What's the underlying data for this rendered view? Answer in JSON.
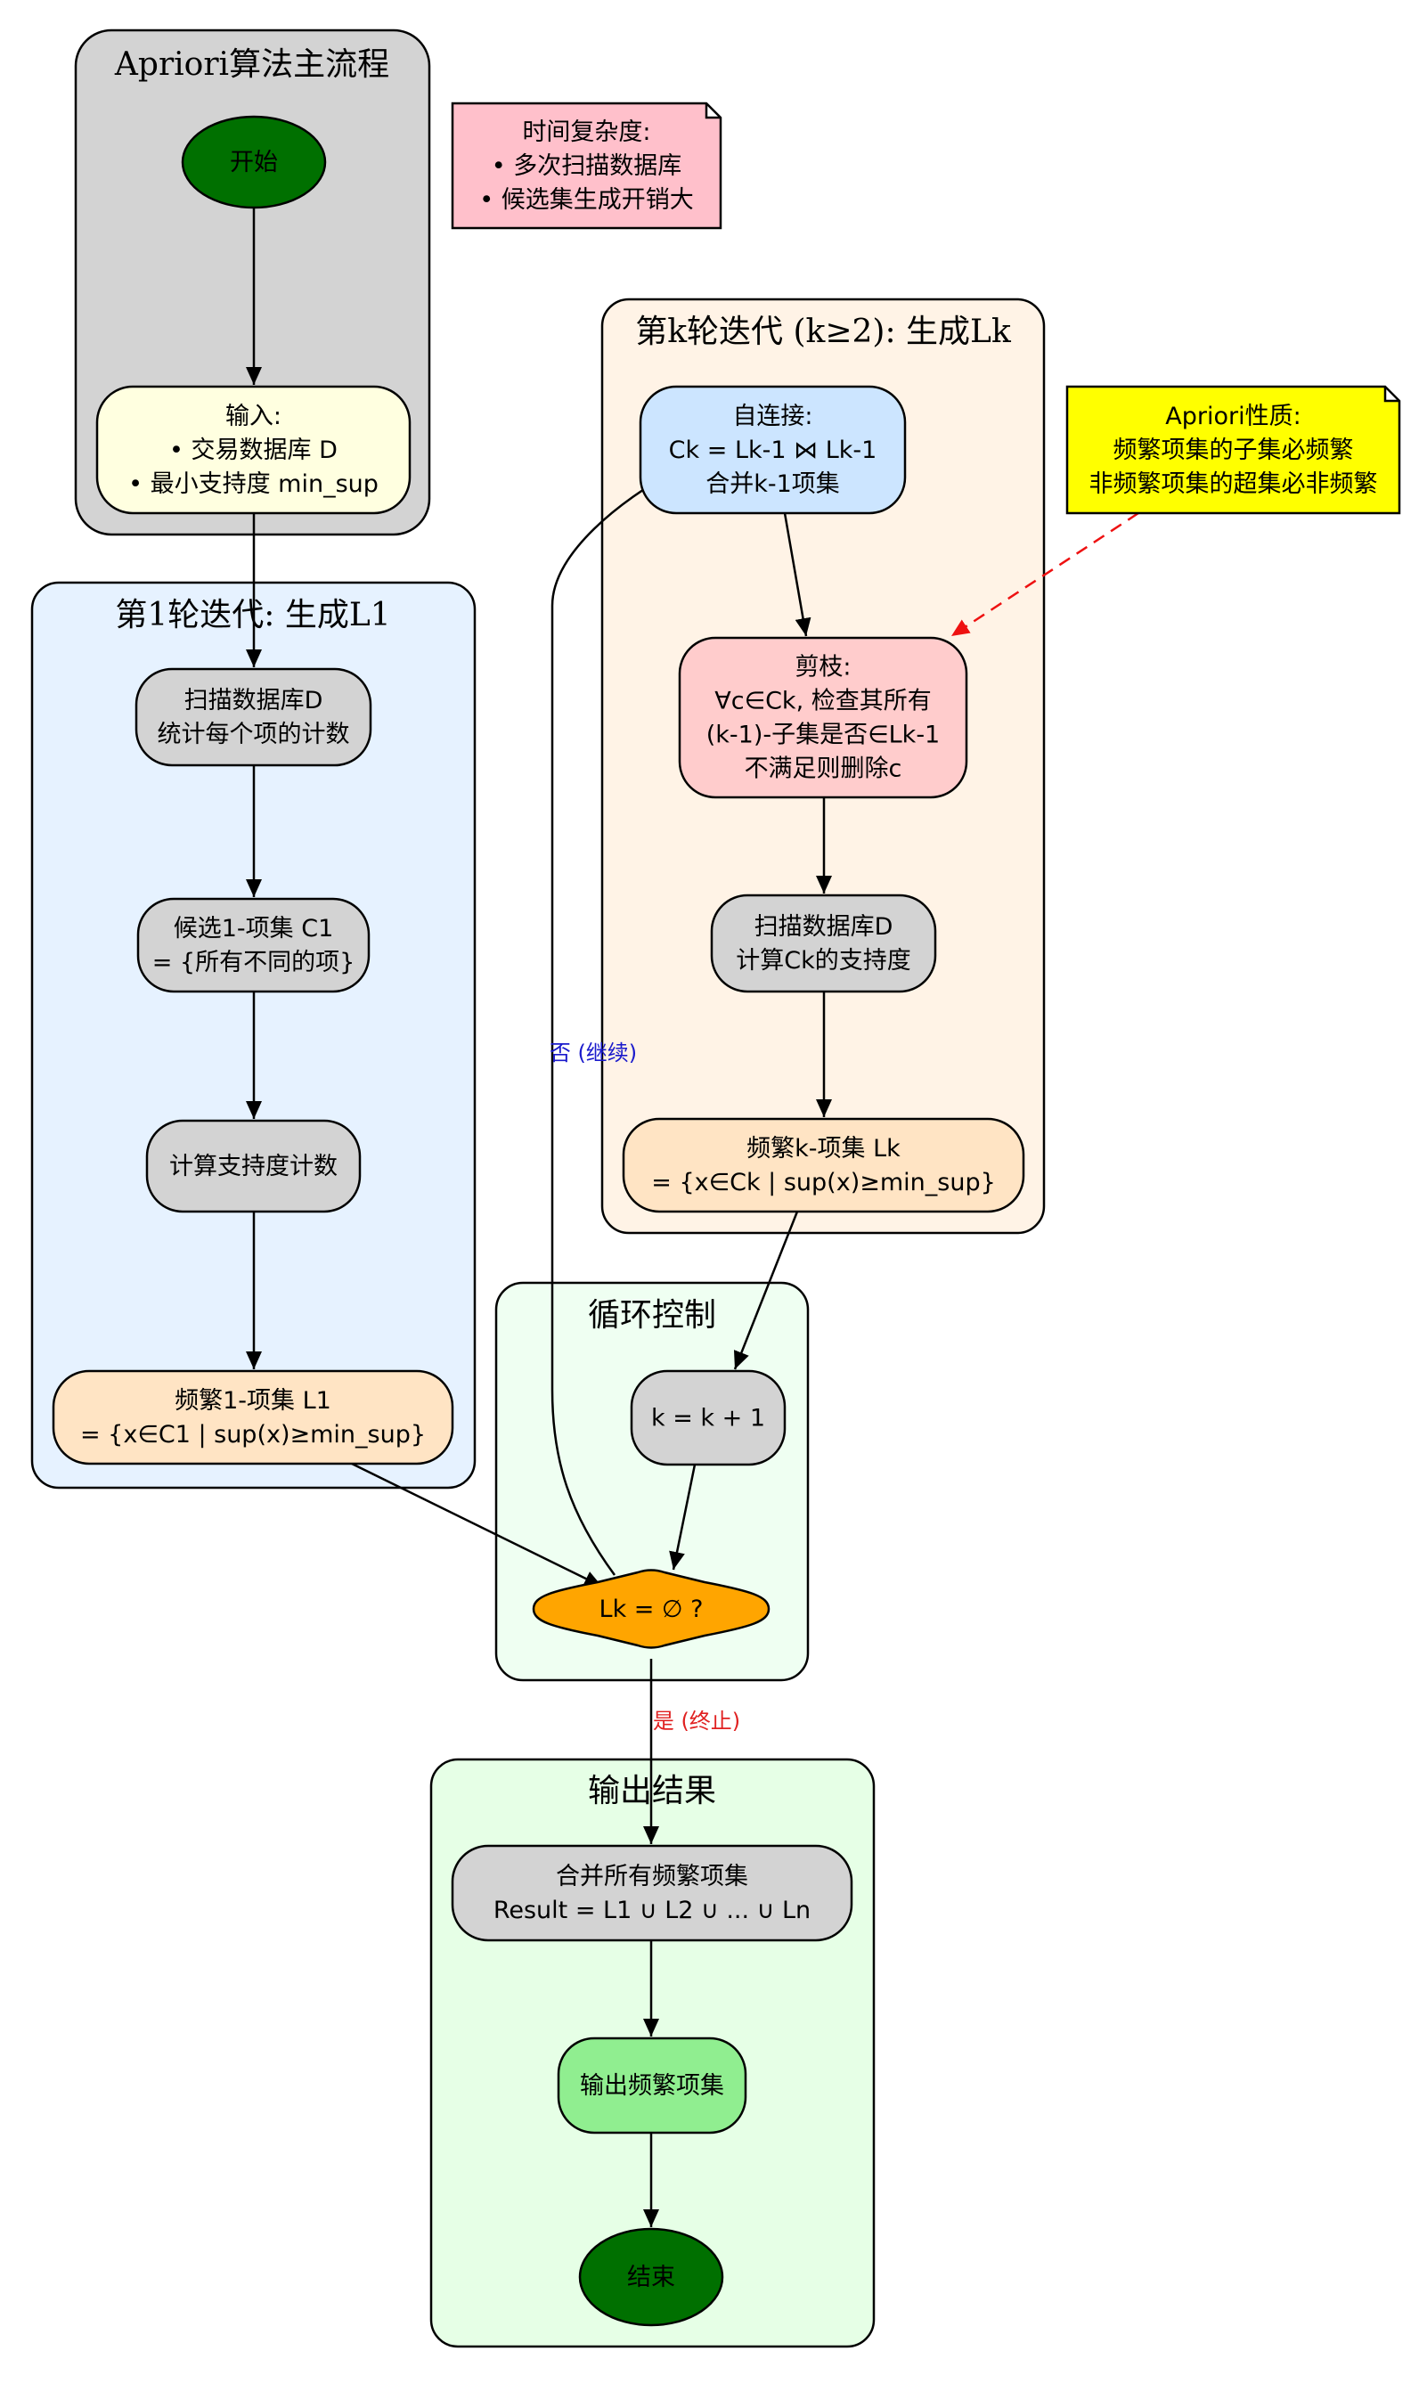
{
  "colors": {
    "cluster_main": "#d3d3d3",
    "cluster_l1": "#e6f2ff",
    "cluster_k": "#fff3e6",
    "cluster_loop": "#effff2",
    "cluster_output": "#e6ffe6",
    "start_end": "#007000",
    "input_node": "#ffffe0",
    "gray_node": "#d3d3d3",
    "peach_node": "#ffe4c4",
    "join_node": "#cce5ff",
    "prune_node": "#ffcccc",
    "decision": "#ffa500",
    "output_node": "#90ee90",
    "note_pink": "#ffc0cb",
    "note_yellow": "#ffff00",
    "edge_no": "#1a1acc",
    "edge_yes": "#e02020",
    "edge_dashed": "#ee1111"
  },
  "clusters": {
    "main": "Apriori算法主流程",
    "l1": "第1轮迭代: 生成L1",
    "k": "第k轮迭代 (k≥2): 生成Lk",
    "loop": "循环控制",
    "output": "输出结果"
  },
  "nodes": {
    "start": [
      "开始"
    ],
    "input": [
      "输入:",
      "• 交易数据库 D",
      "• 最小支持度 min_sup"
    ],
    "scan1": [
      "扫描数据库D",
      "统计每个项的计数"
    ],
    "c1": [
      "候选1-项集 C1",
      "= {所有不同的项}"
    ],
    "support1": [
      "计算支持度计数"
    ],
    "l1": [
      "频繁1-项集 L1",
      "= {x∈C1 | sup(x)≥min_sup}"
    ],
    "join": [
      "自连接:",
      "Ck = Lk-1 ⋈ Lk-1",
      "合并k-1项集"
    ],
    "prune": [
      "剪枝:",
      "∀c∈Ck, 检查其所有",
      "(k-1)-子集是否∈Lk-1",
      "不满足则删除c"
    ],
    "scank": [
      "扫描数据库D",
      "计算Ck的支持度"
    ],
    "lk": [
      "频繁k-项集 Lk",
      "= {x∈Ck | sup(x)≥min_sup}"
    ],
    "inc": [
      "k = k + 1"
    ],
    "decision": [
      "Lk = ∅ ?"
    ],
    "merge": [
      "合并所有频繁项集",
      "Result = L1 ∪ L2 ∪ ... ∪ Ln"
    ],
    "outfreq": [
      "输出频繁项集"
    ],
    "end": [
      "结束"
    ]
  },
  "notes": {
    "complexity": [
      "时间复杂度:",
      "• 多次扫描数据库",
      "• 候选集生成开销大"
    ],
    "property": [
      "Apriori性质:",
      "频繁项集的子集必频繁",
      "非频繁项集的超集必非频繁"
    ]
  },
  "edge_labels": {
    "no_continue": "否 (继续)",
    "yes_terminate": "是 (终止)"
  }
}
